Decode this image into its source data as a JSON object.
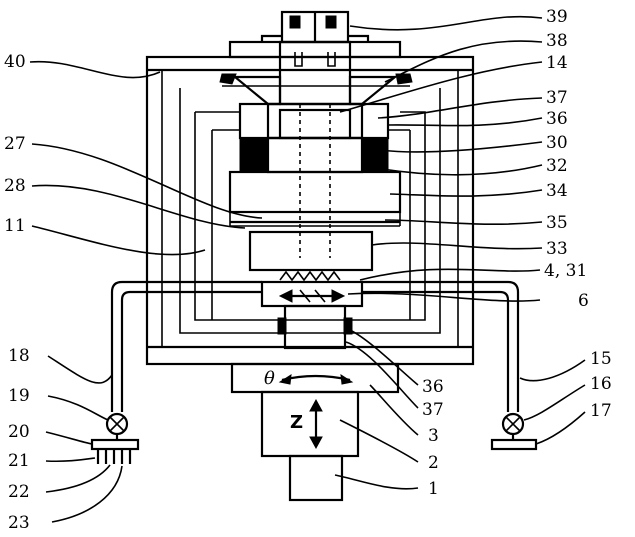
{
  "labels": {
    "l39": "39",
    "l38": "38",
    "l14": "14",
    "l37a": "37",
    "l36a": "36",
    "l30": "30",
    "l32": "32",
    "l34": "34",
    "l35": "35",
    "l33": "33",
    "l431": "4, 31",
    "l6": "6",
    "l36b": "36",
    "l37b": "37",
    "l3": "3",
    "l2": "2",
    "l1": "1",
    "l40": "40",
    "l27": "27",
    "l28": "28",
    "l11": "11",
    "l18": "18",
    "l19": "19",
    "l20": "20",
    "l21": "21",
    "l22": "22",
    "l23": "23",
    "l15": "15",
    "l16": "16",
    "l17": "17"
  },
  "symbols": {
    "theta": "θ",
    "z": "Z"
  }
}
